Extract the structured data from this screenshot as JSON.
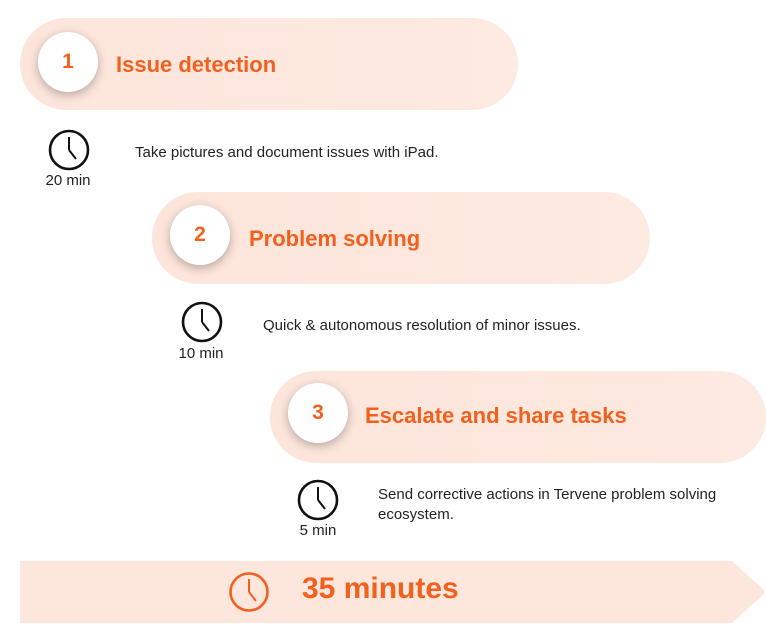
{
  "accent_color": "#f2601d",
  "pill_color": "#fde6dc",
  "steps": [
    {
      "number": "1",
      "title": "Issue detection",
      "time": "20 min",
      "description": "Take pictures and document issues with iPad."
    },
    {
      "number": "2",
      "title": "Problem solving",
      "time": "10 min",
      "description": "Quick & autonomous resolution of minor issues."
    },
    {
      "number": "3",
      "title": "Escalate and share tasks",
      "time": "5 min",
      "description": "Send corrective actions in Tervene problem solving ecosystem."
    }
  ],
  "total": {
    "label": "35 minutes",
    "icon": "clock-icon"
  }
}
